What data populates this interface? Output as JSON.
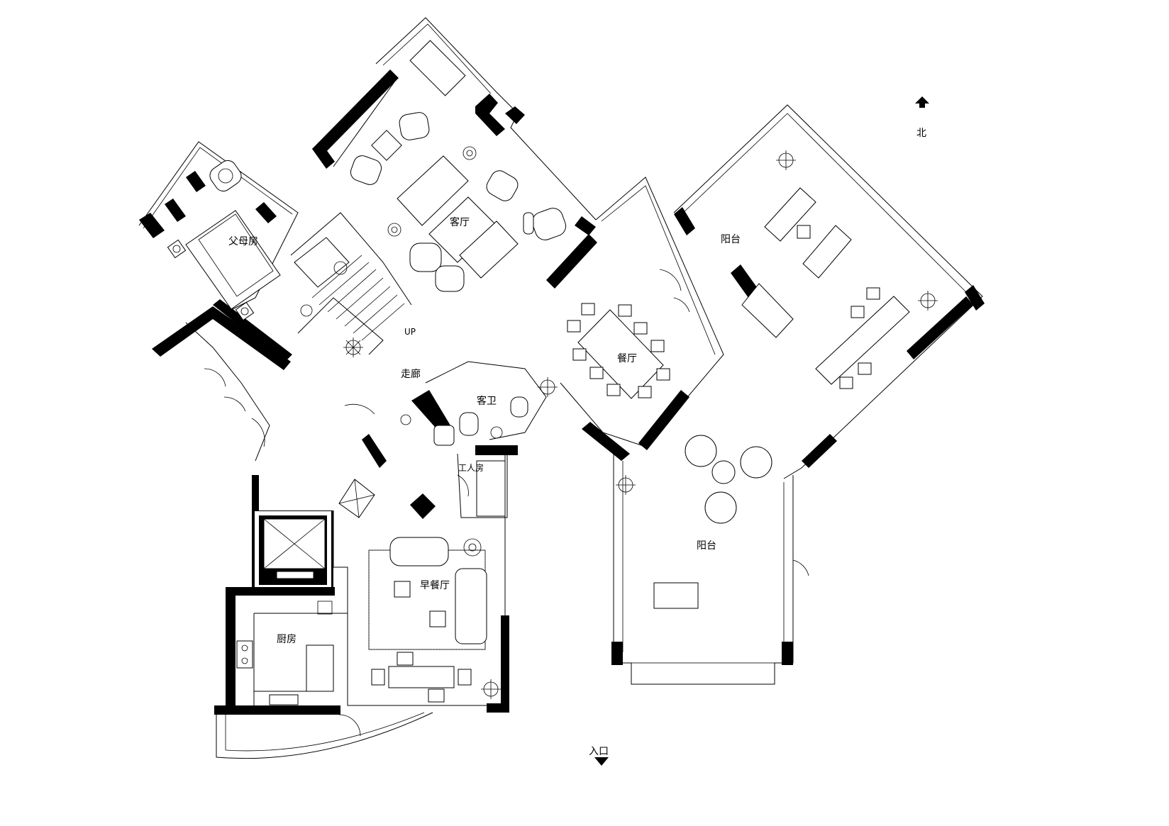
{
  "north_label": "北",
  "rooms": {
    "master_bedroom": "父母房",
    "living_room": "客厅",
    "corridor": "走廊",
    "guest_bath": "客卫",
    "dining_room": "餐厅",
    "yang_tai_upper": "阳台",
    "maid_room": "工人房",
    "breakfast": "早餐厅",
    "kitchen": "厨房",
    "yang_tai_lower": "阳台",
    "stair_up": "UP"
  },
  "entrance_label": "入口",
  "colors": {
    "line": "#000000",
    "background": "#ffffff"
  }
}
